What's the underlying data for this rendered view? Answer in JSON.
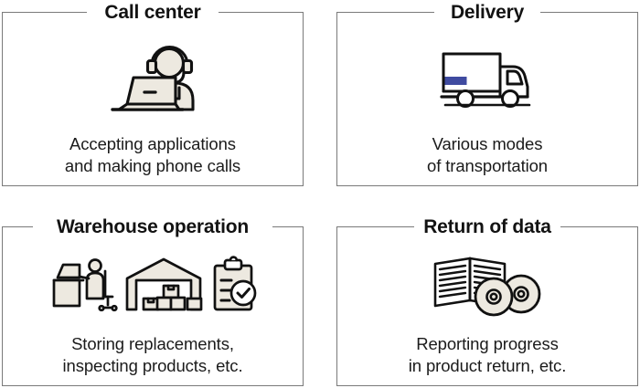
{
  "colors": {
    "border": "#7a7a7a",
    "text": "#1b1b1b",
    "title": "#121212",
    "icon_stroke": "#111111",
    "icon_fill": "#EDE9E0",
    "accent_blue": "#3F4BA0",
    "background": "#ffffff"
  },
  "panels": [
    {
      "id": "call-center",
      "title": "Call center",
      "caption": "Accepting applications\nand making phone calls",
      "icon": "operator-headset-laptop-icon"
    },
    {
      "id": "delivery",
      "title": "Delivery",
      "caption": "Various modes\nof transportation",
      "icon": "delivery-truck-icon"
    },
    {
      "id": "warehouse-operation",
      "title": "Warehouse operation",
      "caption": "Storing replacements,\ninspecting products, etc.",
      "icon": "warehouse-worker-clipboard-icon"
    },
    {
      "id": "return-of-data",
      "title": "Return of data",
      "caption": "Reporting progress\nin product return, etc.",
      "icon": "book-discs-icon"
    }
  ]
}
